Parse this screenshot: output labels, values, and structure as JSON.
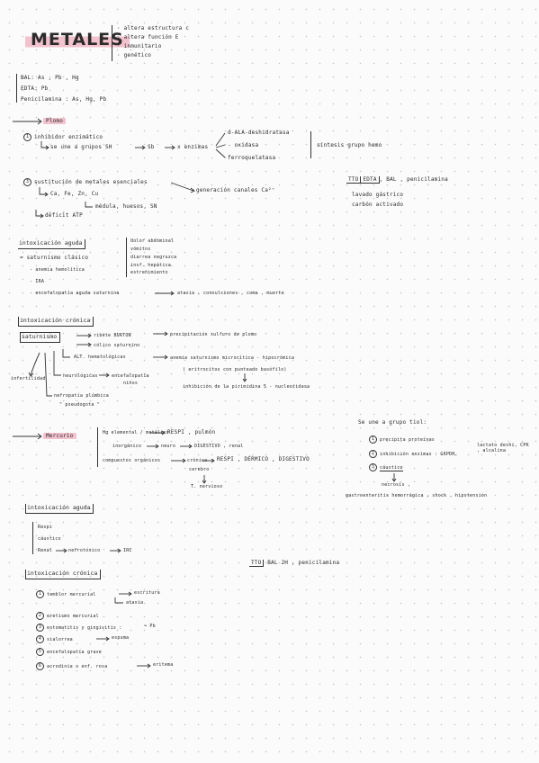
{
  "title": "METALES",
  "intro": [
    "· altera estructura c",
    "· altera función E",
    "· inmunitario",
    "· genético"
  ],
  "antidotes": [
    "BAL: As , Pb , Hg",
    "EDTA: Pb",
    "Penicilamina : As, Hg, Pb"
  ],
  "plomo": {
    "label": "Plomo",
    "item1": "inhibidor enzimático",
    "item1_sub": "se une a grupos SH",
    "sh_target": "Sb",
    "enzimas": "x enzimas",
    "enzyme_list": [
      "d-ALA-deshidratasa",
      "- oxidasa",
      "ferroquelatasa"
    ],
    "hemo": "síntesis grupo hemo",
    "item3": "sustitución de metales esenciales",
    "item3_cations": "Ca, Fe, Zn, Cu",
    "item3_medula": "médula, huesos, SN",
    "calcio": "generación canales Ca²⁺",
    "deficit": "déficit ATP",
    "tto_tags": [
      "TTO",
      "EDTA"
    ],
    "tto_rest": ", BAL , penicilamina",
    "lavado": "lavado gástrico",
    "carbon": "carbón activado"
  },
  "aguda": {
    "header": "intoxicación aguda",
    "satur": "≃ saturnismo clásico",
    "sint": [
      "dolor abdominal",
      "vómitos",
      "diarrea negruzca",
      "insf. hepática",
      "estreñimiento"
    ],
    "anemia": "- anemia hemolítica",
    "ira": "- IRA",
    "encef_a": "- encefalopatía aguda saturnina",
    "encef_b": "ataxia , convulsiones , coma , muerte"
  },
  "cronica": {
    "header": "intoxicación crónica",
    "sat": "saturnismo",
    "ribete": "ribete BURTON",
    "ribete_r": "precipitación sulfuro de plomo",
    "colico": "cólico saturnino",
    "alt": "ALT. hematológicas",
    "alt_r": "anemia saturnismo microcítica - hipocrómica",
    "punteado": "( eritrocitos con punteado basófilo)",
    "inhib": "inhibición de la pirimidina 5 - nucleotidasa",
    "neuro": "neurológicas",
    "encef": "encefalopatía",
    "ninos": "niños",
    "inf": "infertilidad",
    "nefro": "nefropatía plúmbica",
    "gota": "\" pseudogota \""
  },
  "mercurio": {
    "label": "Mercurio",
    "l1": "Hg elemental / metálico",
    "l1r": "RESPI , pulmón",
    "l2": "inorgánico",
    "l2m": "neuro",
    "l2r": "DIGESTIVO , renal",
    "l3": "compuestos orgánicos",
    "l3m": "crónico",
    "l3r": "RESPI , DÉRMICO , DIGESTIVO",
    "cerebro": "cerebro",
    "sn": "T. nervioso",
    "tiol": "Se une a grupo tiol:",
    "t1": "precipita proteínas",
    "t2a": "inhibición enzimas : G6PDH,",
    "t2b": "lactato deshi, CPK , alcalina",
    "t3": "cáustico",
    "necrosis": "necrosis ,",
    "gastro": "gastroenteritis hemorrágica , shock , hipotensión"
  },
  "hg_aguda": {
    "header": "intoxicación aguda",
    "items": [
      "Respi",
      "cáustico",
      "Renal"
    ],
    "nefro": "nefrotóxico",
    "irc": "IRC"
  },
  "hg_tto": {
    "tag": "TTO",
    "rest": "BAL 2H , penicilamina"
  },
  "hg_cronica": {
    "header": "intoxicación crónica",
    "nums": [
      "1",
      "2",
      "3",
      "4",
      "5",
      "6"
    ],
    "items": [
      "temblor mercurial",
      "eretismo mercurial",
      "estomatitis y gingivitis :",
      "sialorrea",
      "encefalopatía grave",
      "acrodinia o enf. rosa"
    ],
    "item1_r": "escritura",
    "item1_r2": "ataxia",
    "item3_r": "≃ Pb",
    "item4_r": "espuma",
    "item6_r": "eritema"
  }
}
